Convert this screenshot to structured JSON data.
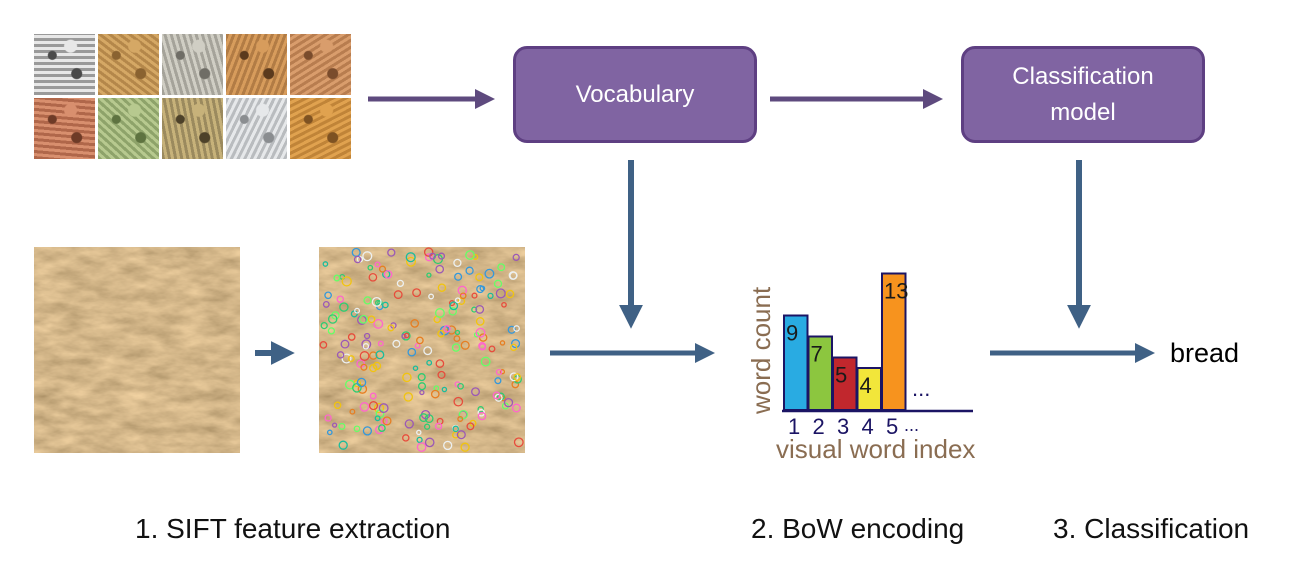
{
  "textures": {
    "items": [
      {
        "name": "aluminium-foil",
        "c1": "#9a9a9a",
        "c2": "#e8e8e8",
        "c3": "#4a4a4a"
      },
      {
        "name": "brown-bread",
        "c1": "#b4874a",
        "c2": "#d5a865",
        "c3": "#8a6230"
      },
      {
        "name": "gravel",
        "c1": "#a5a39a",
        "c2": "#d0cec4",
        "c3": "#6f6d66"
      },
      {
        "name": "sponge",
        "c1": "#b27c45",
        "c2": "#d79c5c",
        "c3": "#5b3a1d"
      },
      {
        "name": "corduroy",
        "c1": "#b87d4f",
        "c2": "#d99d6c",
        "c3": "#7a4c2c"
      },
      {
        "name": "copper-mesh",
        "c1": "#b0674a",
        "c2": "#d88f6e",
        "c3": "#6e3b27"
      },
      {
        "name": "green-fabric",
        "c1": "#8ea36a",
        "c2": "#b7c98f",
        "c3": "#5e7340"
      },
      {
        "name": "bread-crumb",
        "c1": "#9b8a5e",
        "c2": "#c7b27a",
        "c3": "#4d4129"
      },
      {
        "name": "styrofoam",
        "c1": "#b9bcbf",
        "c2": "#e6e8ea",
        "c3": "#8a8d90"
      },
      {
        "name": "orange-sponge",
        "c1": "#c08438",
        "c2": "#e0a24f",
        "c3": "#7e5222"
      }
    ]
  },
  "nodes": {
    "vocabulary": "Vocabulary",
    "classification_model": "Classification\nmodel"
  },
  "histogram": {
    "ylabel": "word count",
    "xlabel": "visual word index",
    "ellipsis": "...",
    "bars": [
      {
        "index": "1",
        "value": 9,
        "color": "#29abe2"
      },
      {
        "index": "2",
        "value": 7,
        "color": "#8cc63f"
      },
      {
        "index": "3",
        "value": 5,
        "color": "#c1272d"
      },
      {
        "index": "4",
        "value": 4,
        "color": "#f2e63a"
      },
      {
        "index": "5",
        "value": 13,
        "color": "#f7931e"
      }
    ],
    "index_ellipsis": "..."
  },
  "output_label": "bread",
  "captions": {
    "step1": "1. SIFT feature extraction",
    "step2": "2. BoW encoding",
    "step3": "3. Classification"
  },
  "colors": {
    "purple_arrow": "#5e4a7e",
    "blue_arrow": "#3f6185",
    "box_fill": "#8064a2",
    "box_border": "#5e3f82"
  }
}
